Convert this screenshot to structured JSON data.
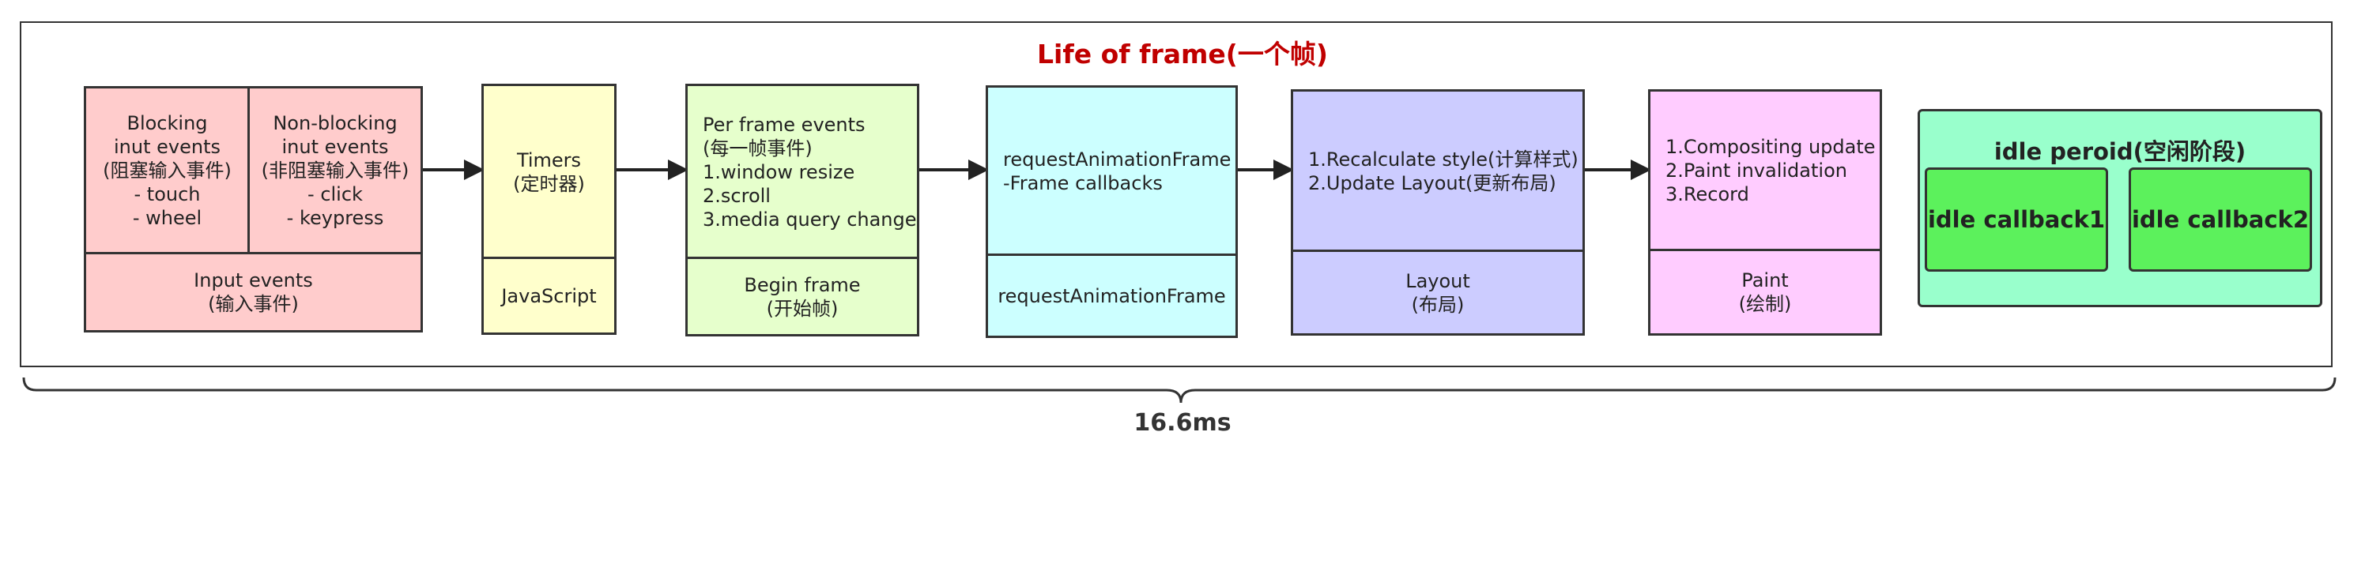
{
  "title": "Life of frame(一个帧)",
  "stages": {
    "input": {
      "blocking": [
        "Blocking",
        "inut events",
        "(阻塞输入事件)",
        "- touch",
        "- wheel"
      ],
      "non_blocking": [
        "Non-blocking",
        "inut events",
        "(非阻塞输入事件)",
        "- click",
        "- keypress"
      ],
      "footer": [
        "Input events",
        "(输入事件)"
      ],
      "color": "#ffcccc"
    },
    "timers": {
      "top": [
        "Timers",
        "(定时器)"
      ],
      "footer": [
        "JavaScript"
      ],
      "color": "#ffffcc"
    },
    "begin_frame": {
      "top": [
        "Per frame events",
        "(每一帧事件)",
        "1.window resize",
        "2.scroll",
        "3.media query change"
      ],
      "footer": [
        "Begin frame",
        "(开始帧)"
      ],
      "color": "#e6ffcc"
    },
    "raf": {
      "top": [
        "requestAnimationFrame",
        "-Frame callbacks"
      ],
      "footer": [
        "requestAnimationFrame"
      ],
      "color": "#ccffff"
    },
    "layout": {
      "top": [
        "1.Recalculate style(计算样式)",
        "2.Update Layout(更新布局)"
      ],
      "footer": [
        "Layout",
        "(布局)"
      ],
      "color": "#ccccff"
    },
    "paint": {
      "top": [
        "1.Compositing update",
        "2.Paint invalidation",
        "3.Record"
      ],
      "footer": [
        "Paint",
        "(绘制)"
      ],
      "color": "#ffccff"
    }
  },
  "idle": {
    "title": "idle peroid(空闲阶段)",
    "callbacks": [
      "idle callback1",
      "idle callback2"
    ],
    "color": "#99ffcc",
    "callback_color": "#5cf15c"
  },
  "duration": "16.6ms"
}
